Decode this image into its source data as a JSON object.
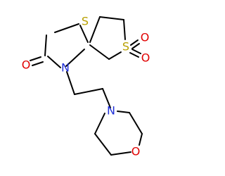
{
  "molecule": {
    "atoms": {
      "s1": {
        "symbol": "S",
        "color": "#b8a000"
      },
      "s2": {
        "symbol": "S",
        "color": "#b8a000"
      },
      "o_sulfone_1": {
        "symbol": "O",
        "color": "#e00000"
      },
      "o_sulfone_2": {
        "symbol": "O",
        "color": "#e00000"
      },
      "o_carbonyl": {
        "symbol": "O",
        "color": "#e00000"
      },
      "n_lactam": {
        "symbol": "N",
        "color": "#2030d8"
      },
      "n_morpholine": {
        "symbol": "N",
        "color": "#2030d8"
      },
      "o_morpholine": {
        "symbol": "O",
        "color": "#e00000"
      }
    },
    "bond_color": "#000000",
    "background": "#ffffff"
  }
}
